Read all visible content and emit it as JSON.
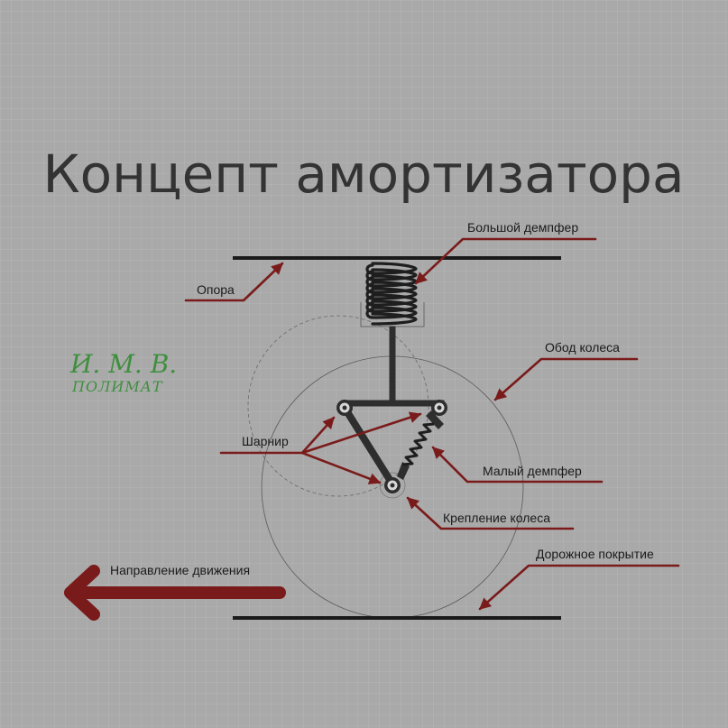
{
  "title": "Концепт амортизатора",
  "logo": {
    "line1": "И. М. В.",
    "line2": "ПОЛИМАТ"
  },
  "labels": {
    "big_damper": "Большой демпфер",
    "support": "Опора",
    "wheel_rim": "Обод колеса",
    "hinge": "Шарнир",
    "small_damper": "Малый демпфер",
    "wheel_mount": "Крепление колеса",
    "road_surface": "Дорожное покрытие",
    "direction": "Направление движения"
  },
  "colors": {
    "arrow": "#7a1b1b",
    "structure": "#2e2e2e",
    "title": "#333333",
    "logo": "#3f8f3f",
    "background": "#a9a9a9"
  }
}
